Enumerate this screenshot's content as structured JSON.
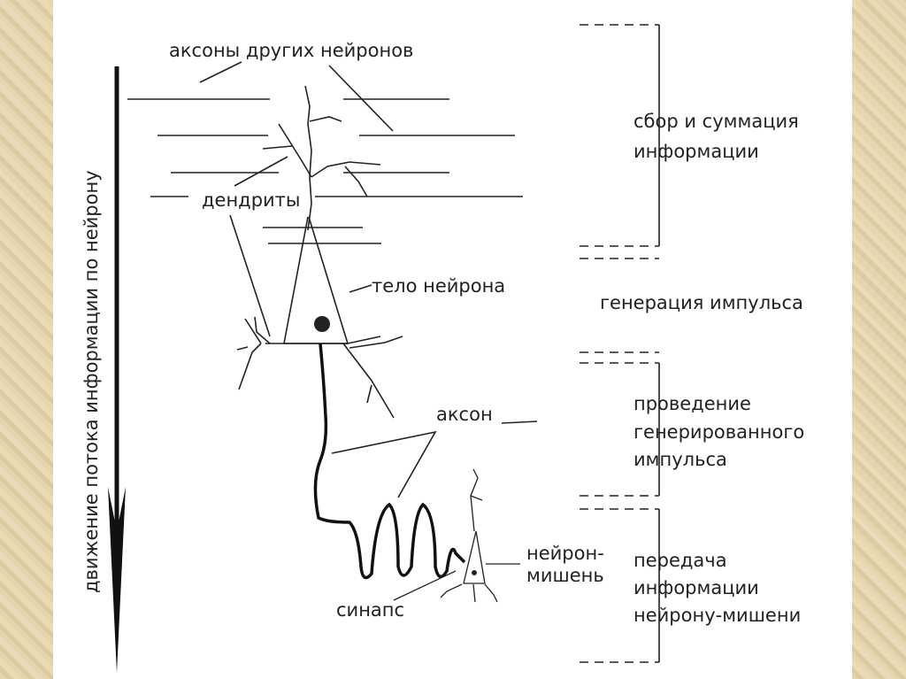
{
  "labels": {
    "other_axons": "аксоны других нейронов",
    "dendrites": "дендриты",
    "cell_body": "тело нейрона",
    "axon": "аксон",
    "target_neuron_line1": "нейрон-",
    "target_neuron_line2": "мишень",
    "synapse": "синапс"
  },
  "flow_arrow_label": "движение потока информации по нейрону",
  "stages": [
    {
      "lines": [
        "сбор и суммация",
        "информации"
      ]
    },
    {
      "lines": [
        "генерация импульса"
      ]
    },
    {
      "lines": [
        "проведение",
        "генерированного",
        "импульса"
      ]
    },
    {
      "lines": [
        "передача",
        "информации",
        "нейрону-мишени"
      ]
    }
  ]
}
